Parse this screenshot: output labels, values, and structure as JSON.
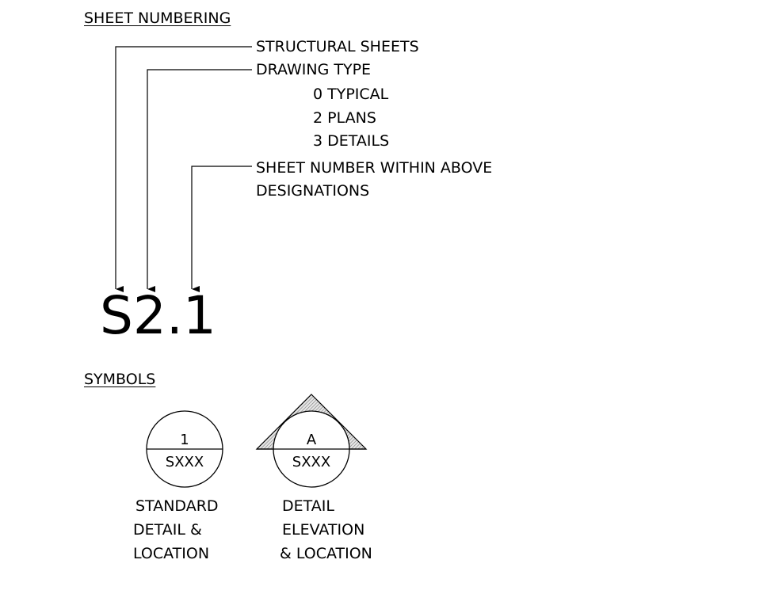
{
  "sheet_numbering": {
    "heading": "SHEET NUMBERING",
    "labels": {
      "structural": "STRUCTURAL SHEETS",
      "drawing_type": "DRAWING TYPE",
      "typical": "0 TYPICAL",
      "plans": "2 PLANS",
      "details": "3 DETAILS",
      "sheet_number_line1": "SHEET NUMBER WITHIN ABOVE",
      "sheet_number_line2": "DESIGNATIONS"
    },
    "example": "S2.1"
  },
  "symbols": {
    "heading": "SYMBOLS",
    "standard": {
      "top": "1",
      "bottom": "SXXX",
      "caption": [
        "STANDARD",
        "DETAIL &",
        "LOCATION"
      ]
    },
    "elevation": {
      "top": "A",
      "bottom": "SXXX",
      "caption": [
        "DETAIL",
        "ELEVATION",
        "& LOCATION"
      ]
    }
  }
}
